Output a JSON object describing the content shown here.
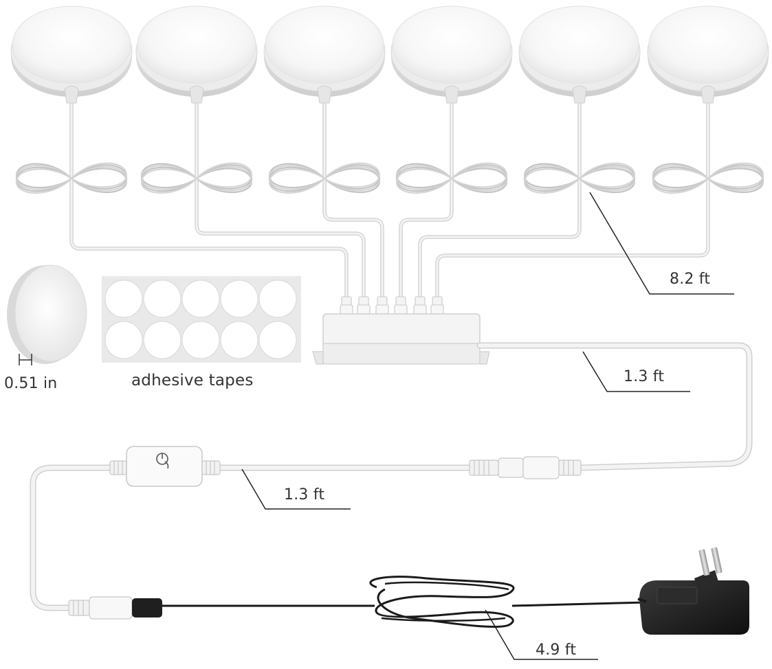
{
  "labels": {
    "thickness": "0.51 in",
    "adhesive": "adhesive tapes",
    "light_cord": "8.2 ft",
    "hub_cable": "1.3 ft",
    "switch_cable": "1.3 ft",
    "power_cord": "4.9 ft"
  },
  "colors": {
    "background": "#ffffff",
    "cable_white": "#e9e9e9",
    "cable_outline": "#c9c9c9",
    "cable_black": "#1a1a1a",
    "light_face": "#f7f7f7",
    "text": "#333333"
  },
  "items": {
    "lights": 6,
    "adhesive_pads": 10
  }
}
